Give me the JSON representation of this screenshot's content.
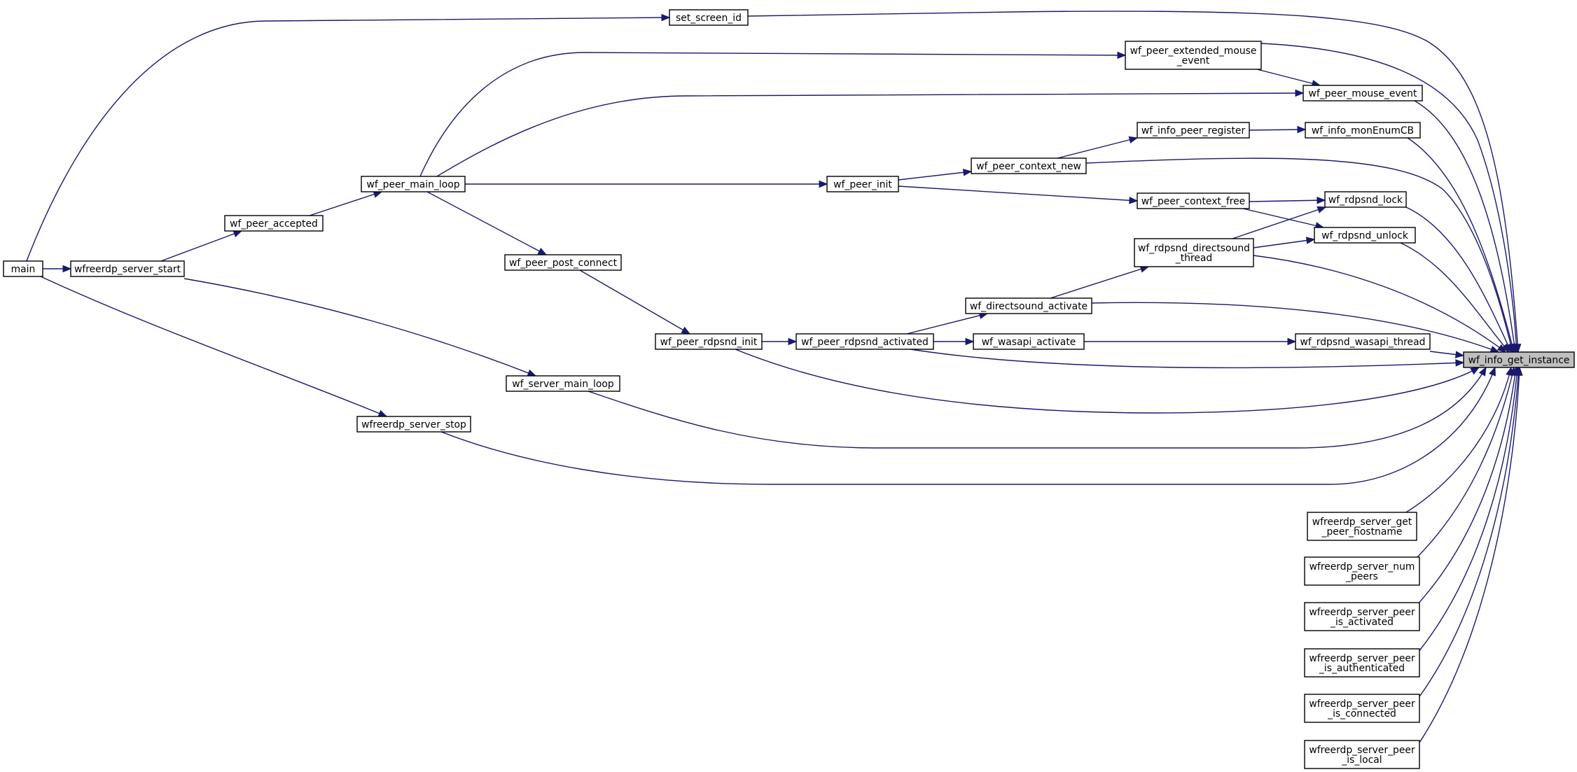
{
  "graph": {
    "colors": {
      "edge": "#191970",
      "node_border": "#000000",
      "node_fill": "#ffffff",
      "target_fill": "#bfbfbf"
    },
    "nodes": [
      {
        "id": "main",
        "lines": [
          "main"
        ]
      },
      {
        "id": "wfreerdp_server_start",
        "lines": [
          "wfreerdp_server_start"
        ]
      },
      {
        "id": "wf_peer_accepted",
        "lines": [
          "wf_peer_accepted"
        ]
      },
      {
        "id": "wf_peer_main_loop",
        "lines": [
          "wf_peer_main_loop"
        ]
      },
      {
        "id": "set_screen_id",
        "lines": [
          "set_screen_id"
        ]
      },
      {
        "id": "wf_peer_extended_mouse_event",
        "lines": [
          "wf_peer_extended_mouse",
          "_event"
        ]
      },
      {
        "id": "wf_peer_mouse_event",
        "lines": [
          "wf_peer_mouse_event"
        ]
      },
      {
        "id": "wf_info_peer_register",
        "lines": [
          "wf_info_peer_register"
        ]
      },
      {
        "id": "wf_info_monEnumCB",
        "lines": [
          "wf_info_monEnumCB"
        ]
      },
      {
        "id": "wf_peer_context_new",
        "lines": [
          "wf_peer_context_new"
        ]
      },
      {
        "id": "wf_peer_init",
        "lines": [
          "wf_peer_init"
        ]
      },
      {
        "id": "wf_peer_context_free",
        "lines": [
          "wf_peer_context_free"
        ]
      },
      {
        "id": "wf_rdpsnd_lock",
        "lines": [
          "wf_rdpsnd_lock"
        ]
      },
      {
        "id": "wf_rdpsnd_unlock",
        "lines": [
          "wf_rdpsnd_unlock"
        ]
      },
      {
        "id": "wf_rdpsnd_directsound_thread",
        "lines": [
          "wf_rdpsnd_directsound",
          "_thread"
        ]
      },
      {
        "id": "wf_peer_post_connect",
        "lines": [
          "wf_peer_post_connect"
        ]
      },
      {
        "id": "wf_directsound_activate",
        "lines": [
          "wf_directsound_activate"
        ]
      },
      {
        "id": "wf_peer_rdpsnd_init",
        "lines": [
          "wf_peer_rdpsnd_init"
        ]
      },
      {
        "id": "wf_peer_rdpsnd_activated",
        "lines": [
          "wf_peer_rdpsnd_activated"
        ]
      },
      {
        "id": "wf_wasapi_activate",
        "lines": [
          "wf_wasapi_activate"
        ]
      },
      {
        "id": "wf_rdpsnd_wasapi_thread",
        "lines": [
          "wf_rdpsnd_wasapi_thread"
        ]
      },
      {
        "id": "wf_info_get_instance",
        "lines": [
          "wf_info_get_instance"
        ],
        "target": true
      },
      {
        "id": "wf_server_main_loop",
        "lines": [
          "wf_server_main_loop"
        ]
      },
      {
        "id": "wfreerdp_server_stop",
        "lines": [
          "wfreerdp_server_stop"
        ]
      },
      {
        "id": "wfreerdp_server_get_peer_hostname",
        "lines": [
          "wfreerdp_server_get",
          "_peer_hostname"
        ]
      },
      {
        "id": "wfreerdp_server_num_peers",
        "lines": [
          "wfreerdp_server_num",
          "_peers"
        ]
      },
      {
        "id": "wfreerdp_server_peer_is_activated",
        "lines": [
          "wfreerdp_server_peer",
          "_is_activated"
        ]
      },
      {
        "id": "wfreerdp_server_peer_is_authenticated",
        "lines": [
          "wfreerdp_server_peer",
          "_is_authenticated"
        ]
      },
      {
        "id": "wfreerdp_server_peer_is_connected",
        "lines": [
          "wfreerdp_server_peer",
          "_is_connected"
        ]
      },
      {
        "id": "wfreerdp_server_peer_is_local",
        "lines": [
          "wfreerdp_server_peer",
          "_is_local"
        ]
      }
    ],
    "edges": [
      {
        "from": "main",
        "to": "wfreerdp_server_start"
      },
      {
        "from": "main",
        "to": "set_screen_id"
      },
      {
        "from": "main",
        "to": "wfreerdp_server_stop"
      },
      {
        "from": "wfreerdp_server_start",
        "to": "wf_peer_accepted"
      },
      {
        "from": "wfreerdp_server_start",
        "to": "wf_server_main_loop"
      },
      {
        "from": "wf_peer_accepted",
        "to": "wf_peer_main_loop"
      },
      {
        "from": "wf_peer_main_loop",
        "to": "wf_peer_extended_mouse_event"
      },
      {
        "from": "wf_peer_main_loop",
        "to": "wf_peer_mouse_event"
      },
      {
        "from": "wf_peer_main_loop",
        "to": "wf_peer_init"
      },
      {
        "from": "wf_peer_main_loop",
        "to": "wf_peer_post_connect"
      },
      {
        "from": "wf_peer_extended_mouse_event",
        "to": "wf_peer_mouse_event"
      },
      {
        "from": "wf_peer_init",
        "to": "wf_peer_context_new"
      },
      {
        "from": "wf_peer_init",
        "to": "wf_peer_context_free"
      },
      {
        "from": "wf_peer_context_new",
        "to": "wf_info_peer_register"
      },
      {
        "from": "wf_info_peer_register",
        "to": "wf_info_monEnumCB"
      },
      {
        "from": "wf_peer_context_free",
        "to": "wf_rdpsnd_lock"
      },
      {
        "from": "wf_peer_context_free",
        "to": "wf_rdpsnd_unlock"
      },
      {
        "from": "wf_peer_post_connect",
        "to": "wf_peer_rdpsnd_init"
      },
      {
        "from": "wf_peer_rdpsnd_init",
        "to": "wf_peer_rdpsnd_activated"
      },
      {
        "from": "wf_peer_rdpsnd_activated",
        "to": "wf_directsound_activate"
      },
      {
        "from": "wf_peer_rdpsnd_activated",
        "to": "wf_wasapi_activate"
      },
      {
        "from": "wf_directsound_activate",
        "to": "wf_rdpsnd_directsound_thread"
      },
      {
        "from": "wf_rdpsnd_directsound_thread",
        "to": "wf_rdpsnd_lock"
      },
      {
        "from": "wf_rdpsnd_directsound_thread",
        "to": "wf_rdpsnd_unlock"
      },
      {
        "from": "wf_wasapi_activate",
        "to": "wf_rdpsnd_wasapi_thread"
      },
      {
        "from": "set_screen_id",
        "to": "wf_info_get_instance"
      },
      {
        "from": "wf_peer_extended_mouse_event",
        "to": "wf_info_get_instance"
      },
      {
        "from": "wf_peer_mouse_event",
        "to": "wf_info_get_instance"
      },
      {
        "from": "wf_info_monEnumCB",
        "to": "wf_info_get_instance"
      },
      {
        "from": "wf_peer_context_new",
        "to": "wf_info_get_instance"
      },
      {
        "from": "wf_rdpsnd_lock",
        "to": "wf_info_get_instance"
      },
      {
        "from": "wf_rdpsnd_unlock",
        "to": "wf_info_get_instance"
      },
      {
        "from": "wf_rdpsnd_directsound_thread",
        "to": "wf_info_get_instance"
      },
      {
        "from": "wf_directsound_activate",
        "to": "wf_info_get_instance"
      },
      {
        "from": "wf_rdpsnd_wasapi_thread",
        "to": "wf_info_get_instance"
      },
      {
        "from": "wf_peer_rdpsnd_activated",
        "to": "wf_info_get_instance"
      },
      {
        "from": "wf_peer_rdpsnd_init",
        "to": "wf_info_get_instance"
      },
      {
        "from": "wf_server_main_loop",
        "to": "wf_info_get_instance"
      },
      {
        "from": "wfreerdp_server_stop",
        "to": "wf_info_get_instance"
      },
      {
        "from": "wfreerdp_server_get_peer_hostname",
        "to": "wf_info_get_instance"
      },
      {
        "from": "wfreerdp_server_num_peers",
        "to": "wf_info_get_instance"
      },
      {
        "from": "wfreerdp_server_peer_is_activated",
        "to": "wf_info_get_instance"
      },
      {
        "from": "wfreerdp_server_peer_is_authenticated",
        "to": "wf_info_get_instance"
      },
      {
        "from": "wfreerdp_server_peer_is_connected",
        "to": "wf_info_get_instance"
      },
      {
        "from": "wfreerdp_server_peer_is_local",
        "to": "wf_info_get_instance"
      }
    ]
  }
}
